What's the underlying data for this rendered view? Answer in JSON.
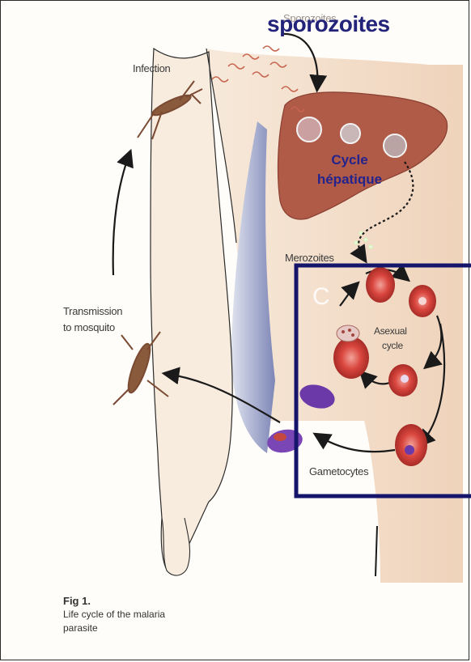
{
  "labels": {
    "sporozoites": "sporozoites",
    "sporozoites_faint": "Sporozoites",
    "infection": "Infection",
    "cycle_hepatique": "Cycle hépatique",
    "merozoites": "Merozoites",
    "transmission_line1": "Transmission",
    "transmission_line2": "to mosquito",
    "asexual_line1": "Asexual",
    "asexual_line2": "cycle",
    "gametocytes": "Gametocytes",
    "c_letter": "C"
  },
  "caption": {
    "fig": "Fig 1.",
    "line1": "Life cycle of the malaria",
    "line2": "parasite"
  },
  "colors": {
    "skin": "#f3dfcb",
    "liver": "#b05a48",
    "highlight_box": "#15156b",
    "title": "#23237a",
    "rbc": "#d9463e",
    "gametocyte": "#6b3aa8"
  }
}
